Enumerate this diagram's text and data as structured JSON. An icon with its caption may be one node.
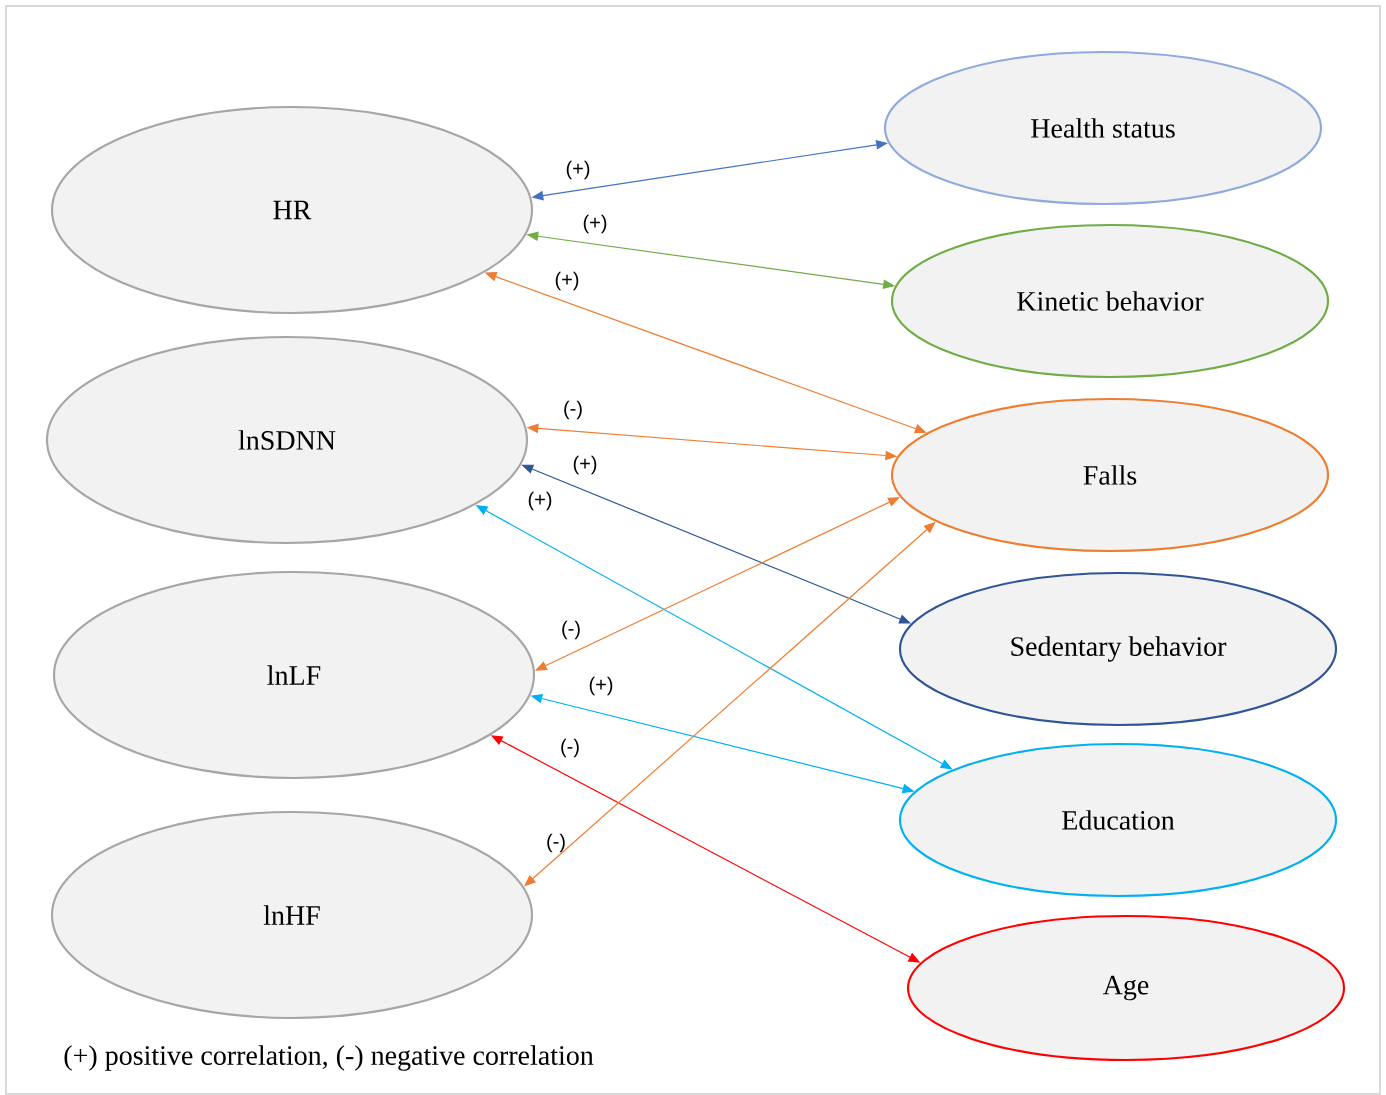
{
  "diagram": {
    "nodes": [
      {
        "text": [
          "HR"
        ]
      },
      {
        "text": [
          "lnSDNN"
        ]
      },
      {
        "text": [
          "lnLF"
        ]
      },
      {
        "text": [
          "lnHF"
        ]
      },
      {
        "text": [
          "Health status"
        ]
      },
      {
        "text": [
          "Kinetic behavior"
        ]
      },
      {
        "text": [
          "Falls"
        ]
      },
      {
        "text": [
          "Sedentary behavior"
        ]
      },
      {
        "text": [
          "Education"
        ]
      },
      {
        "text": [
          "Age"
        ]
      }
    ],
    "edges": [
      {
        "from": 0,
        "to": 4,
        "arrow": "both",
        "label": "(+)",
        "color": "#4472c4"
      },
      {
        "from": 0,
        "to": 5,
        "arrow": "both",
        "label": "(+)",
        "color": "#70ad47"
      },
      {
        "from": 0,
        "to": 6,
        "arrow": "both",
        "label": "(+)",
        "color": "#ed7d31"
      },
      {
        "from": 1,
        "to": 6,
        "arrow": "both",
        "label": "(-)",
        "color": "#ed7d31"
      },
      {
        "from": 1,
        "to": 7,
        "arrow": "both",
        "label": "(+)",
        "color": "#2f5597"
      },
      {
        "from": 1,
        "to": 8,
        "arrow": "both",
        "label": "(+)",
        "color": "#00b0f0"
      },
      {
        "from": 2,
        "to": 6,
        "arrow": "both",
        "label": "(-)",
        "color": "#ed7d31"
      },
      {
        "from": 2,
        "to": 8,
        "arrow": "both",
        "label": "(+)",
        "color": "#00b0f0"
      },
      {
        "from": 2,
        "to": 9,
        "arrow": "both",
        "label": "(-)",
        "color": "#ff0000"
      },
      {
        "from": 3,
        "to": 6,
        "arrow": "both",
        "label": "(-)",
        "color": "#ed7d31"
      }
    ],
    "labels": [
      "(+) positive correlation, (-) negative correlation"
    ]
  }
}
